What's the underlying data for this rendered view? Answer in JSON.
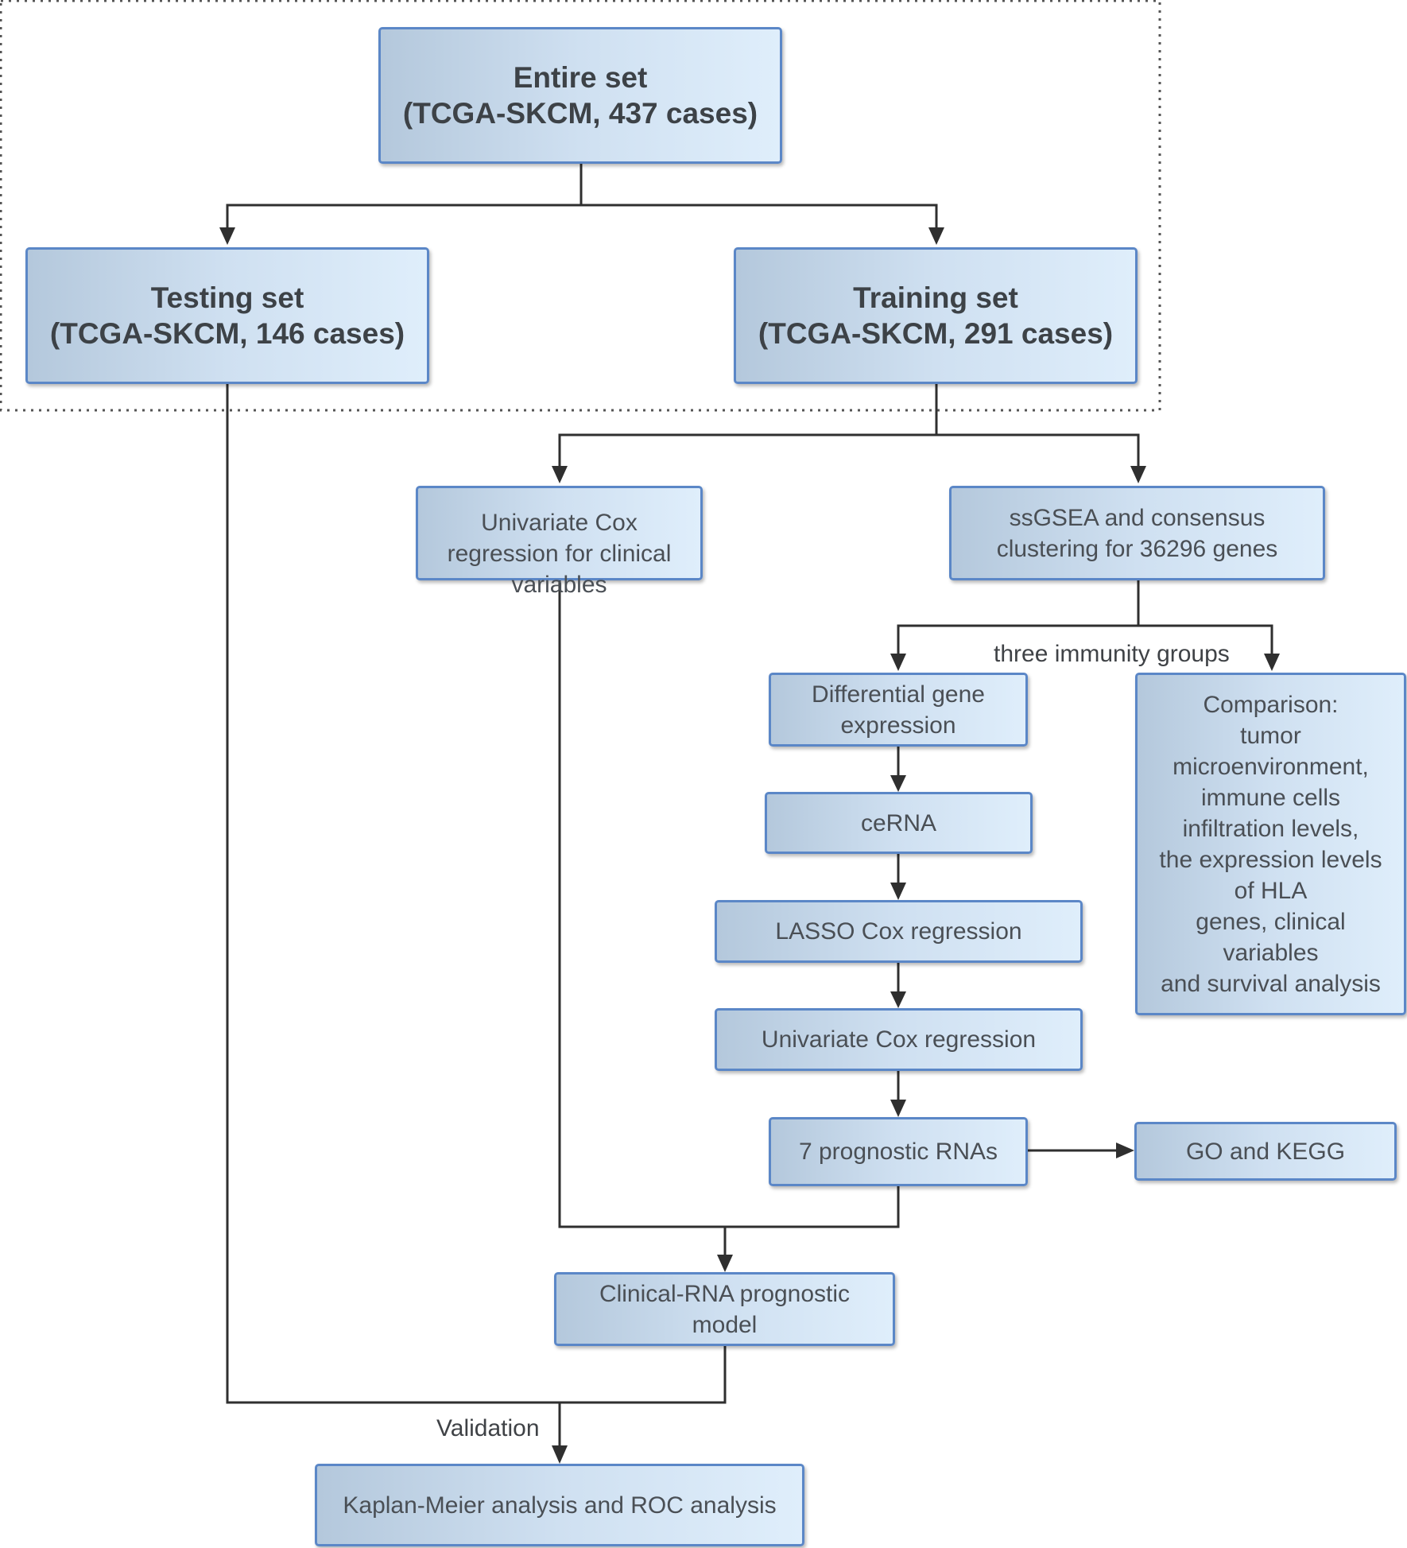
{
  "boxes": {
    "entire_set": "Entire set\n(TCGA-SKCM, 437 cases)",
    "testing_set": "Testing set\n(TCGA-SKCM, 146 cases)",
    "training_set": "Training set\n(TCGA-SKCM, 291 cases)",
    "univariate_clinical": "Univariate Cox\nregression for clinical\nvariables",
    "ssgsea": "ssGSEA and consensus\nclustering for 36296 genes",
    "differential": "Differential gene\nexpression",
    "comparison": "Comparison:\ntumor\nmicroenvironment,\nimmune cells\ninfiltration levels,\nthe expression levels\nof HLA\ngenes, clinical\nvariables\nand survival analysis",
    "cerna": "ceRNA",
    "lasso": "LASSO Cox regression",
    "univariate": "Univariate Cox regression",
    "prognostic_rnas": "7 prognostic RNAs",
    "go_kegg": "GO and KEGG",
    "clinical_rna": "Clinical-RNA prognostic\nmodel",
    "km_roc": "Kaplan-Meier analysis and ROC analysis"
  },
  "labels": {
    "immunity_groups": "three immunity groups",
    "validation": "Validation"
  }
}
